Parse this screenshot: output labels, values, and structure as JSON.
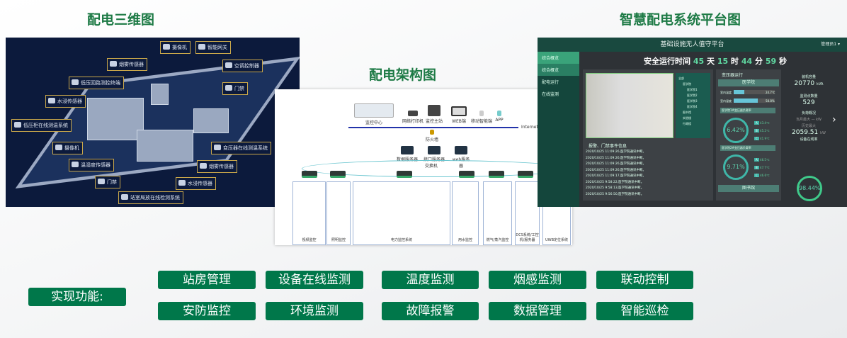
{
  "titles": {
    "threeD": "配电三维图",
    "architecture": "配电架构图",
    "platform": "智慧配电系统平台图"
  },
  "threeD_labels": [
    "摄像机",
    "智能网关",
    "烟雾传感器",
    "空调控制器",
    "低压回路测控终端",
    "门禁",
    "水浸传感器",
    "低压柜在线测温系统",
    "摄像机",
    "变压器在线测温系统",
    "温湿度传感器",
    "烟雾传感器",
    "门禁",
    "水浸传感器",
    "站室局放在线检测系统"
  ],
  "architecture": {
    "top": [
      "监控中心",
      "网络打印机",
      "监控主站",
      "WEB端",
      "移动智能端",
      "APP"
    ],
    "internet": "Internet",
    "firewall": "防火墙",
    "servers": [
      "数据服务器",
      "接口服务器",
      "web服务器"
    ],
    "switch": "交换机",
    "sections": [
      "视频监控",
      "照明监控",
      "电力监控系统",
      "用水监控",
      "燃气/蒸汽监控",
      "DCS系统/工控机/服务器",
      "UWB定位系统"
    ]
  },
  "platform": {
    "header": "基础设施无人值守平台",
    "user": "管理员1 ▾",
    "sidebar": [
      "综合概览",
      "综合概览",
      "配电运行",
      "在线监测"
    ],
    "safety_label": "安全运行时间",
    "days": "45",
    "days_unit": "天",
    "hours": "15",
    "hours_unit": "时",
    "minutes": "44",
    "minutes_unit": "分",
    "seconds": "59",
    "seconds_unit": "秒",
    "tree": [
      "全部",
      "医学院",
      "医学院1",
      "医学院2",
      "医学院3",
      "医学院4",
      "图书馆",
      "实验楼",
      "行政楼"
    ],
    "alarm_title": "报警、门禁事件信息",
    "alarms": [
      "2020/10/25 11:09:26,医学院通讯中断。",
      "2020/10/25 11:09:26,医学院通讯中断。",
      "2020/10/25 11:09:26,医学院通讯中断。",
      "2020/10/25 11:09:26,医学院通讯中断。",
      "2020/10/25 11:09:17,医学院通讯中断。",
      "2020/10/25 9:58:22,医学院通讯中断。",
      "2020/10/25 9:58:13,医学院通讯中断。",
      "2020/10/25 9:56:50,医学院通讯中断。"
    ],
    "transformer_title": "变压器运行",
    "tab1": "医学院",
    "temp_label": "室内温度",
    "temp_val": "24.7℃",
    "hum_label": "室内湿度",
    "hum_val": "58.8%",
    "t1_label": "医学院1#变压器负载率",
    "g1": "6.42%",
    "g1_phases": [
      "43.4℃",
      "45.2℃",
      "41.9℃"
    ],
    "t2_label": "医学院2#变压器负载率",
    "g2": "9.71%",
    "g2_phases": [
      "46.5℃",
      "47.7℃",
      "46.6℃"
    ],
    "tab2": "图书馆",
    "phase_names": [
      "A",
      "B",
      "C"
    ],
    "capacity_label": "装机容量",
    "capacity": "20770",
    "capacity_unit": "kVA",
    "points_label": "监测点数量",
    "points": "529",
    "load_label": "负荷概况",
    "month_max": "当月最大 — kW",
    "hist_max_label": "历史最大",
    "hist_max": "2059.51",
    "hist_unit": "kW",
    "online_label": "设备在线率",
    "online": "98.44%",
    "online_fraction": 0.9844
  },
  "functions": {
    "label": "实现功能:",
    "items": [
      "站房管理",
      "设备在线监测",
      "温度监测",
      "烟感监测",
      "联动控制",
      "安防监控",
      "环境监测",
      "故障报警",
      "数据管理",
      "智能巡检"
    ]
  },
  "colors": {
    "accent": "#00774a",
    "title": "#1d7a45",
    "platform_header": "#19493f",
    "gauge": "#3fb6a8"
  }
}
